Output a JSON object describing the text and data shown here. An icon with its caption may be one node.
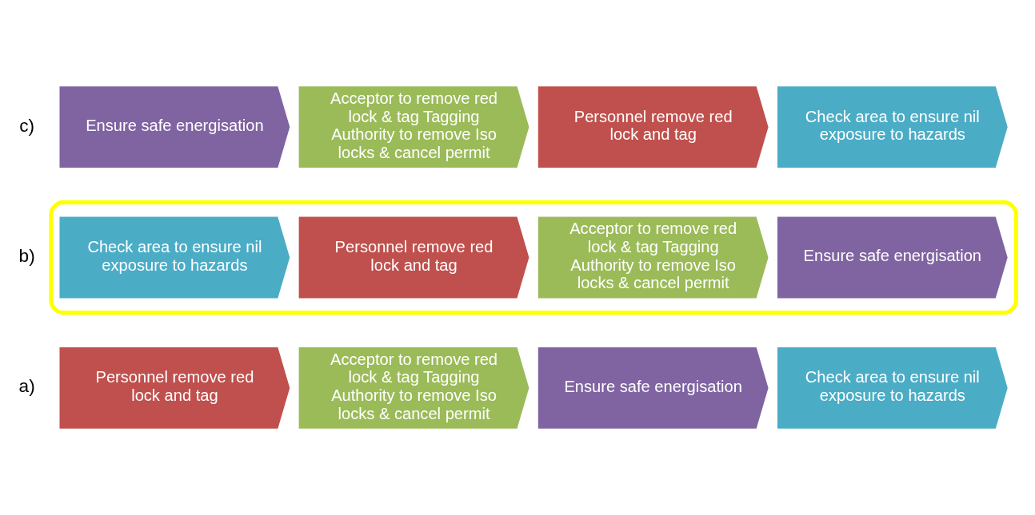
{
  "diagram": {
    "nodes": [
      {
        "text": [
          "Personnel remove red lock and tag"
        ]
      },
      {
        "text": [
          "Acceptor to remove red lock & tag Tagging Authority to remove Iso locks & cancel permit"
        ]
      },
      {
        "text": [
          "Ensure safe energisation"
        ]
      },
      {
        "text": [
          "Check area to ensure nil exposure to hazards"
        ]
      },
      {
        "text": [],
        "shape": "ellipse"
      },
      {
        "text": [
          "Check area to ensure nil exposure to hazards"
        ],
        "in": 4
      },
      {
        "text": [
          "Personnel remove red lock and tag"
        ],
        "in": 4
      },
      {
        "text": [
          "Acceptor to remove red lock & tag Tagging Authority to remove Iso locks & cancel permit"
        ],
        "in": 4
      },
      {
        "text": [
          "Ensure safe energisation"
        ],
        "in": 4
      },
      {
        "text": [
          "Ensure safe energisation"
        ]
      },
      {
        "text": [
          "Acceptor to remove red lock & tag Tagging Authority to remove Iso locks & cancel permit"
        ]
      },
      {
        "text": [
          "Personnel remove red lock and tag"
        ]
      },
      {
        "text": [
          "Check area to ensure nil exposure to hazards"
        ]
      }
    ],
    "labels": [
      "a)",
      "b)",
      "c)"
    ]
  }
}
